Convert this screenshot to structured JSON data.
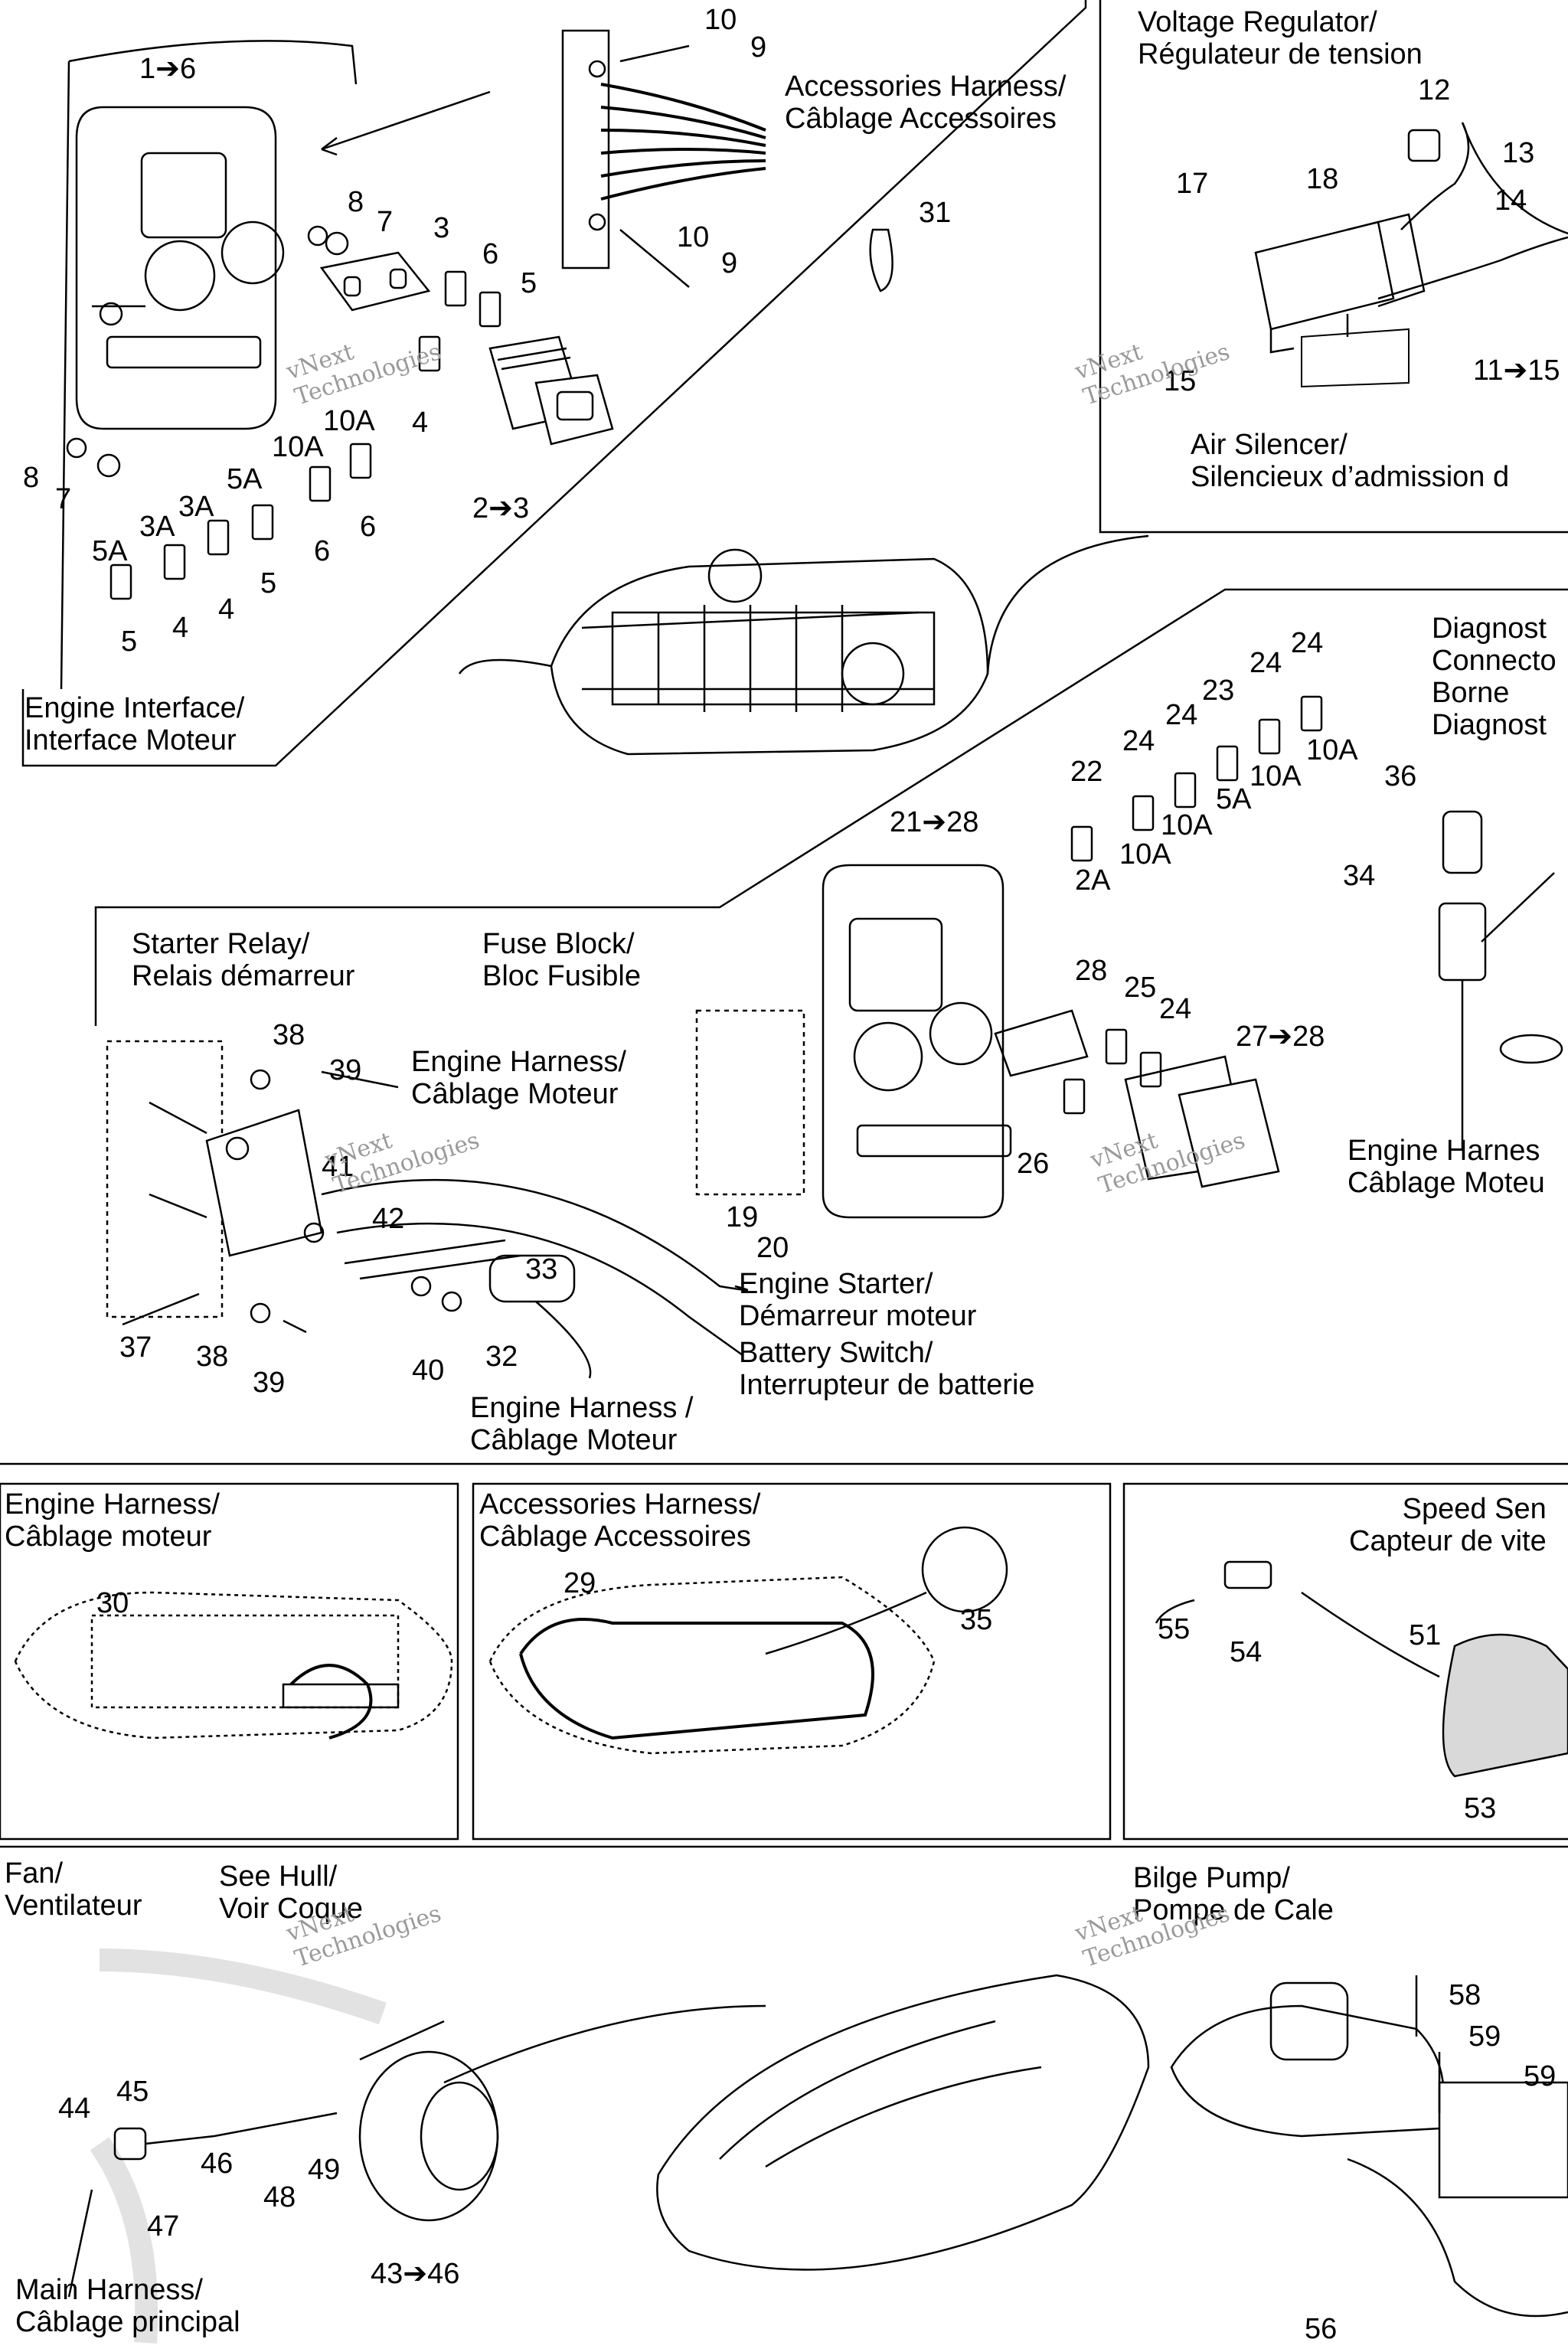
{
  "panels": {
    "voltage_regulator": {
      "title": "Voltage Regulator/\nRégulateur de tension",
      "air_silencer": "Air Silencer/\nSilencieux d’admission d"
    },
    "engine_interface": {
      "title": "Engine Interface/\nInterface Moteur",
      "accessories_harness": "Accessories Harness/\nCâblage Accessoires"
    },
    "fuse_block": {
      "starter_relay": "Starter Relay/\nRelais démarreur",
      "fuse_block": "Fuse Block/\nBloc Fusible",
      "engine_harness": "Engine Harness/\nCâblage Moteur",
      "engine_starter": "Engine Starter/\nDémarreur moteur",
      "battery_switch": "Battery Switch/\nInterrupteur de batterie",
      "engine_harness_2": "Engine Harness /\nCâblage Moteur",
      "diagnostic": "Diagnost\nConnecto\nBorne\nDiagnost",
      "engine_harness_right": "Engine Harnes\nCâblage Moteu"
    },
    "engine_harness_inset": {
      "title": "Engine Harness/\nCâblage moteur"
    },
    "accessories_inset": {
      "title": "Accessories Harness/\nCâblage Accessoires"
    },
    "speed_sensor": {
      "title": "Speed Sen\nCapteur de vite"
    },
    "fan": {
      "title": "Fan/\nVentilateur",
      "see_hull": "See Hull/\nVoir Coque",
      "main_harness": "Main Harness/\nCâblage principal"
    },
    "bilge": {
      "title": "Bilge Pump/\nPompe de Cale"
    }
  },
  "callouts": {
    "c1_6": "1➔6",
    "c2_3": "2➔3",
    "c3": "3",
    "c4a": "4",
    "c4b": "4",
    "c4c": "4",
    "c5a": "5",
    "c5b": "5",
    "c5c": "5",
    "c6a": "6",
    "c6b": "6",
    "c6c": "6",
    "c7a": "7",
    "c7b": "7",
    "c8a": "8",
    "c8b": "8",
    "c9a": "9",
    "c9b": "9",
    "c10a": "10",
    "c10b": "10",
    "c10A_1": "10A",
    "c10A_2": "10A",
    "c3A_1": "3A",
    "c3A_2": "3A",
    "c5A_1": "5A",
    "c5A_2": "5A",
    "c31": "31",
    "c12": "12",
    "c13": "13",
    "c14": "14",
    "c17": "17",
    "c18": "18",
    "c15": "15",
    "c11_15": "11➔15",
    "c21_28": "21➔28",
    "c22": "22",
    "c2A": "2A",
    "c23": "23",
    "c24a": "24",
    "c24b": "24",
    "c24c": "24",
    "c24d": "24",
    "c24e": "24",
    "c10A_3": "10A",
    "c10A_4": "10A",
    "c10A_5": "10A",
    "c10A_6": "10A",
    "c5A_3": "5A",
    "c36": "36",
    "c34": "34",
    "c28": "28",
    "c25": "25",
    "c27_28": "27➔28",
    "c26": "26",
    "c19": "19",
    "c20": "20",
    "c38a": "38",
    "c38b": "38",
    "c39a": "39",
    "c39b": "39",
    "c41": "41",
    "c42": "42",
    "c33": "33",
    "c32": "32",
    "c40": "40",
    "c37": "37",
    "c30": "30",
    "c29": "29",
    "c35": "35",
    "c55": "55",
    "c54": "54",
    "c51": "51",
    "c53": "53",
    "c44": "44",
    "c45": "45",
    "c46": "46",
    "c47": "47",
    "c48": "48",
    "c49": "49",
    "c43_46": "43➔46",
    "c56": "56",
    "c58": "58",
    "c59a": "59",
    "c59b": "59"
  },
  "watermark": {
    "line1": "vNext\nTechnologies",
    "line2": "Technologies"
  },
  "colors": {
    "ink": "#000000",
    "watermark": "#c8c8c8",
    "shade": "#d9d9d9"
  }
}
